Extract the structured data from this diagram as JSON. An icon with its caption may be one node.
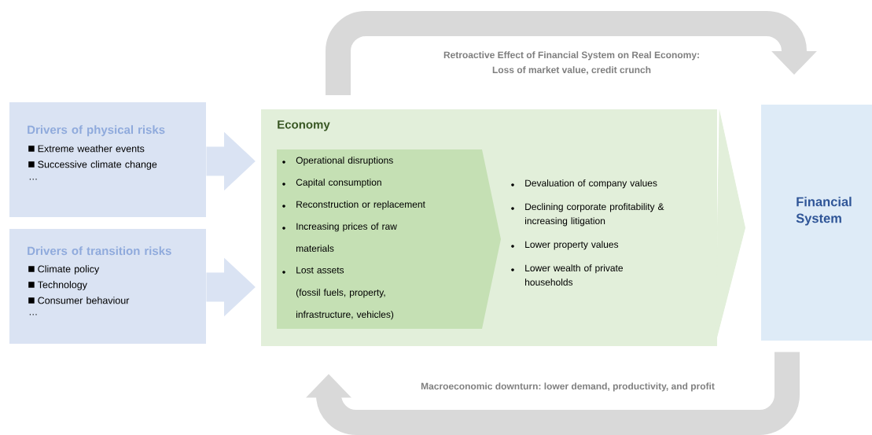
{
  "diagram": {
    "nodes": [
      {
        "text": [
          "Drivers of physical risks",
          "Extreme weather events",
          "Successive climate change",
          "…"
        ]
      },
      {
        "text": [
          "Drivers of transition risks",
          "Climate policy",
          "Technology",
          "Consumer behaviour",
          "…"
        ]
      },
      {
        "text": [
          "Economy",
          "Devaluation of company values",
          "Declining corporate profitability & increasing litigation",
          "Lower property values",
          "Lower wealth of private households"
        ]
      },
      {
        "text": [
          "Operational disruptions",
          "Capital consumption",
          "Reconstruction or replacement",
          "Increasing prices of raw materials",
          "Lost assets",
          "(fossil fuels, property, infrastructure, vehicles)"
        ],
        "in": 2
      },
      {
        "text": [
          "Financial System"
        ]
      }
    ],
    "edges": [
      {
        "from": 0,
        "to": 2,
        "arrow": "to",
        "color": "#dae3f3"
      },
      {
        "from": 1,
        "to": 2,
        "arrow": "to",
        "color": "#dae3f3"
      },
      {
        "from": 2,
        "to": 4,
        "arrow": "to",
        "color": "#d9d9d9",
        "label": "Retroactive Effect of Financial System on Real Economy: Loss of market value, credit crunch"
      },
      {
        "from": 4,
        "to": 2,
        "arrow": "to",
        "color": "#d9d9d9",
        "label": "Macroeconomic downturn: lower demand, productivity, and profit"
      },
      {
        "from": 2,
        "to": 4,
        "arrow": "to",
        "color": "#e2efda"
      }
    ]
  }
}
